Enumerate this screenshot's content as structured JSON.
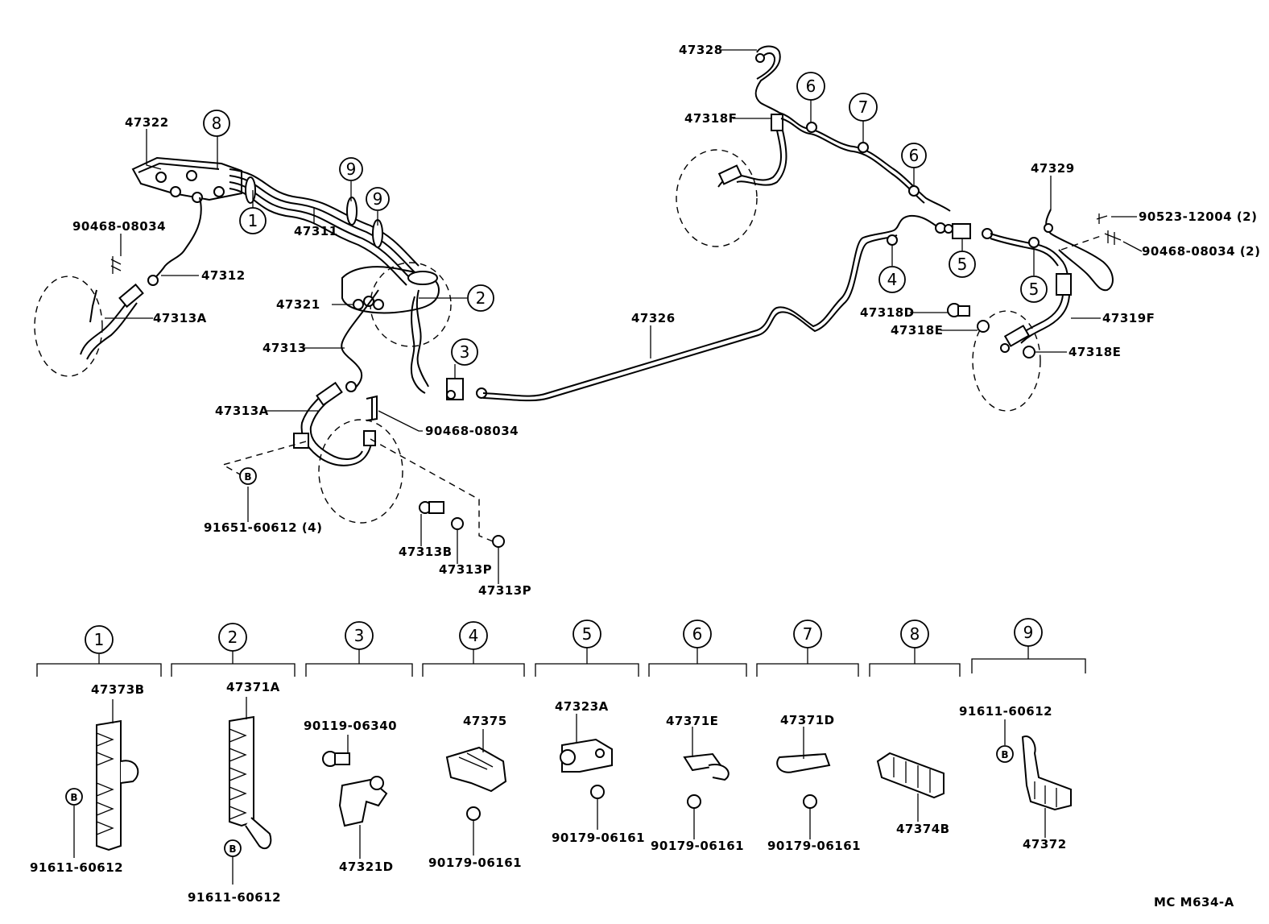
{
  "diagram": {
    "parts": {
      "p47328": "47328",
      "p47318F": "47318F",
      "p47322": "47322",
      "p90468_a": "90468-08034",
      "p47311": "47311",
      "p47312": "47312",
      "p47313A_a": "47313A",
      "p47321": "47321",
      "p47313": "47313",
      "p47326": "47326",
      "p47313A_b": "47313A",
      "p90468_b": "90468-08034",
      "p91651": "91651-60612 (4)",
      "p47313B": "47313B",
      "p47313P_a": "47313P",
      "p47313P_b": "47313P",
      "p47329": "47329",
      "p90523": "90523-12004 (2)",
      "p90468_c": "90468-08034 (2)",
      "p47318D": "47318D",
      "p47318E_a": "47318E",
      "p47319F": "47319F",
      "p47318E_b": "47318E"
    },
    "callouts": {
      "c8_top": "8",
      "c1_top": "1",
      "c9_top_a": "9",
      "c9_top_b": "9",
      "c2_top": "2",
      "c3_top": "3",
      "c6_top_a": "6",
      "c7_top": "7",
      "c6_top_b": "6",
      "c4_top": "4",
      "c5_top_a": "5",
      "c5_top_b": "5"
    },
    "bolt_marks": {
      "b_top": "B",
      "b1": "B",
      "b2": "B",
      "b9": "B"
    },
    "detail_groups": [
      {
        "num": "1",
        "parts": [
          "47373B",
          "91611-60612"
        ]
      },
      {
        "num": "2",
        "parts": [
          "47371A",
          "91611-60612"
        ]
      },
      {
        "num": "3",
        "parts": [
          "90119-06340",
          "47321D"
        ]
      },
      {
        "num": "4",
        "parts": [
          "47375",
          "90179-06161"
        ]
      },
      {
        "num": "5",
        "parts": [
          "47323A",
          "90179-06161"
        ]
      },
      {
        "num": "6",
        "parts": [
          "47371E",
          "90179-06161"
        ]
      },
      {
        "num": "7",
        "parts": [
          "47371D",
          "90179-06161"
        ]
      },
      {
        "num": "8",
        "parts": [
          "47374B"
        ]
      },
      {
        "num": "9",
        "parts": [
          "91611-60612",
          "47372"
        ]
      }
    ],
    "footer_code": "MC M634-A"
  }
}
